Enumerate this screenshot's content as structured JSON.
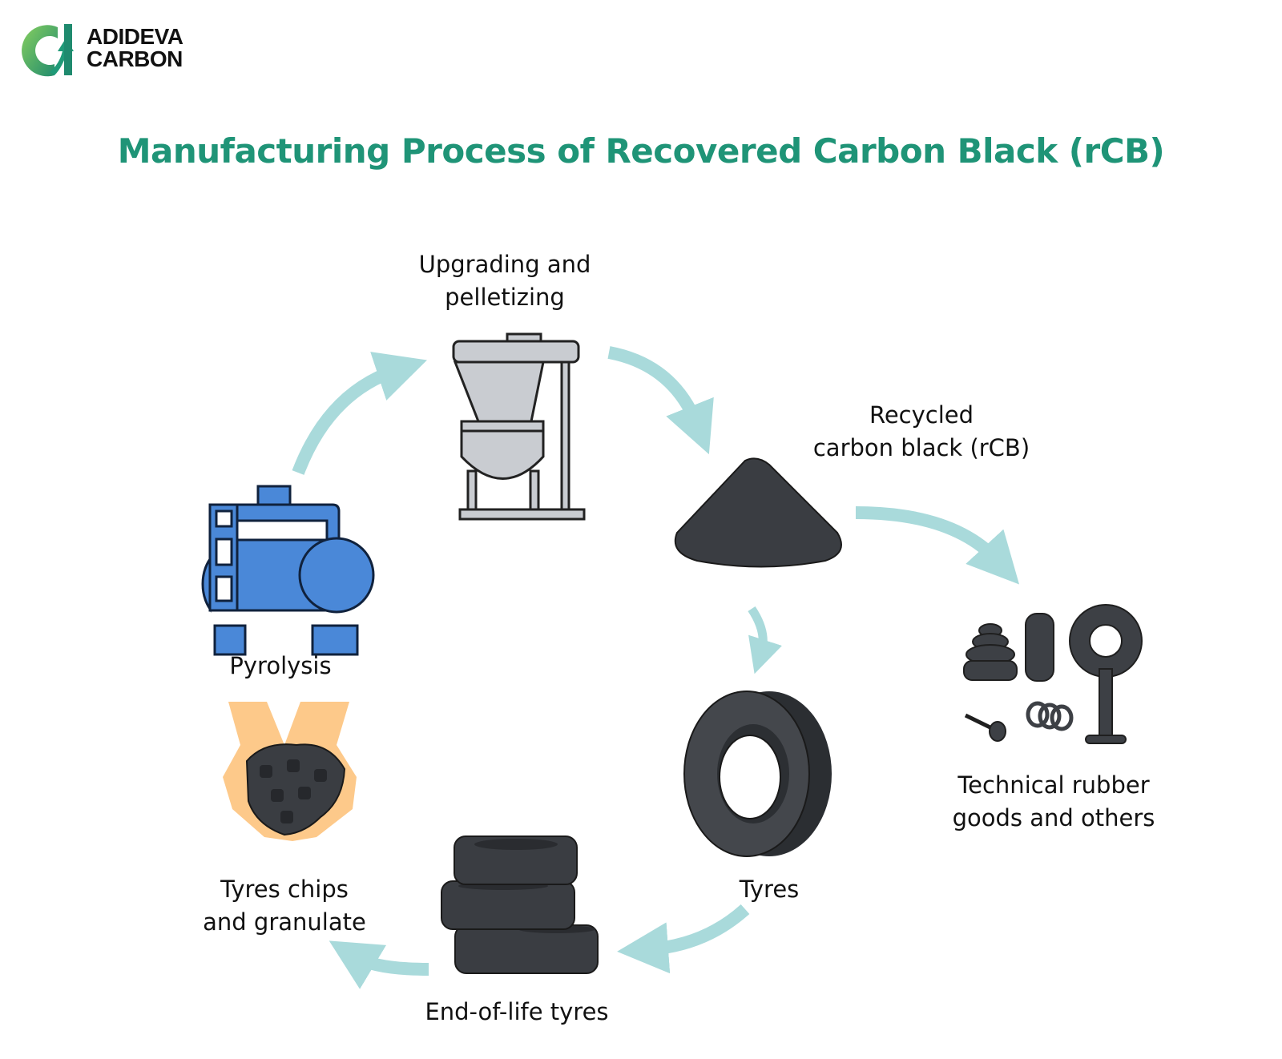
{
  "logo": {
    "line1": "ADIDEVA",
    "line2": "CARBON",
    "icon": "circular-arrow-c-icon",
    "colors": {
      "green_light": "#7ccb5e",
      "green_dark": "#1f8a6e"
    }
  },
  "title": "Manufacturing Process of Recovered Carbon Black (rCB)",
  "colors": {
    "title": "#1f9477",
    "arrow": "#a9dadb",
    "rubber": "#3a3d42",
    "pyrolysis_blue": "#4a88d8",
    "machine_grey": "#c9ccd1",
    "hand_skin": "#fdc98a"
  },
  "steps": [
    {
      "id": "upgrading",
      "label_line1": "Upgrading and",
      "label_line2": "pelletizing",
      "icon": "pelletizing-machine-icon"
    },
    {
      "id": "rcb",
      "label_line1": "Recycled",
      "label_line2": "carbon black (rCB)",
      "icon": "carbon-black-pile-icon"
    },
    {
      "id": "technical",
      "label_line1": "Technical rubber",
      "label_line2": "goods and others",
      "icon": "rubber-goods-icon"
    },
    {
      "id": "tyres",
      "label_line1": "Tyres",
      "icon": "tyre-icon"
    },
    {
      "id": "eol",
      "label_line1": "End-of-life tyres",
      "icon": "tyre-stack-icon"
    },
    {
      "id": "chips",
      "label_line1": "Tyres chips",
      "label_line2": "and granulate",
      "icon": "hands-with-chips-icon"
    },
    {
      "id": "pyrolysis",
      "label_line1": "Pyrolysis",
      "icon": "pyrolysis-reactor-icon"
    }
  ],
  "flow": [
    {
      "from": "pyrolysis",
      "to": "upgrading"
    },
    {
      "from": "upgrading",
      "to": "rcb"
    },
    {
      "from": "rcb",
      "to": "technical"
    },
    {
      "from": "rcb",
      "to": "tyres"
    },
    {
      "from": "tyres",
      "to": "eol"
    },
    {
      "from": "eol",
      "to": "chips"
    }
  ]
}
